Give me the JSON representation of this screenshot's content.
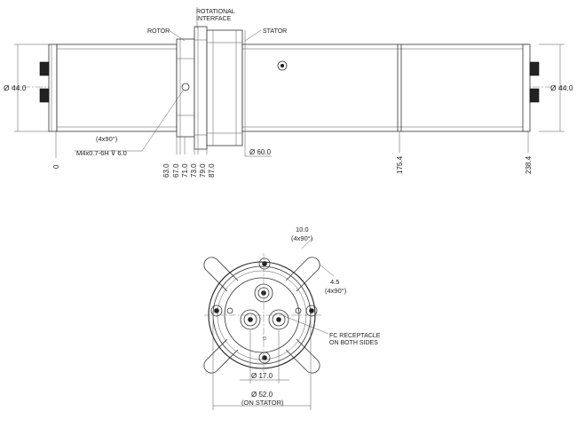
{
  "side_view": {
    "labels": {
      "rotor": "ROTOR",
      "rotational_interface_1": "ROTATIONAL",
      "rotational_interface_2": "INTERFACE",
      "stator": "STATOR",
      "dia_left": "Ø 44.0",
      "dia_right": "Ø 44.0",
      "dia_60": "Ø 60.0",
      "hole_note_1": "(4x90°)",
      "hole_note_2": "M4x0.7-6H ⊽ 6.0"
    },
    "dims": [
      "0",
      "63.0",
      "67.0",
      "71.0",
      "73.0",
      "79.0",
      "87.0",
      "175.4",
      "238.4"
    ]
  },
  "end_view": {
    "labels": {
      "slot_width": "10.0",
      "slot_width_note": "(4x90°)",
      "slot_depth": "4.5",
      "slot_depth_note": "(4x90°)",
      "fc_1": "FC RECEPTACLE",
      "fc_2": "ON BOTH SIDES",
      "dia_17": "Ø 17.0",
      "dia_52": "Ø 52.0",
      "dia_52_note": "(ON STATOR)"
    }
  }
}
